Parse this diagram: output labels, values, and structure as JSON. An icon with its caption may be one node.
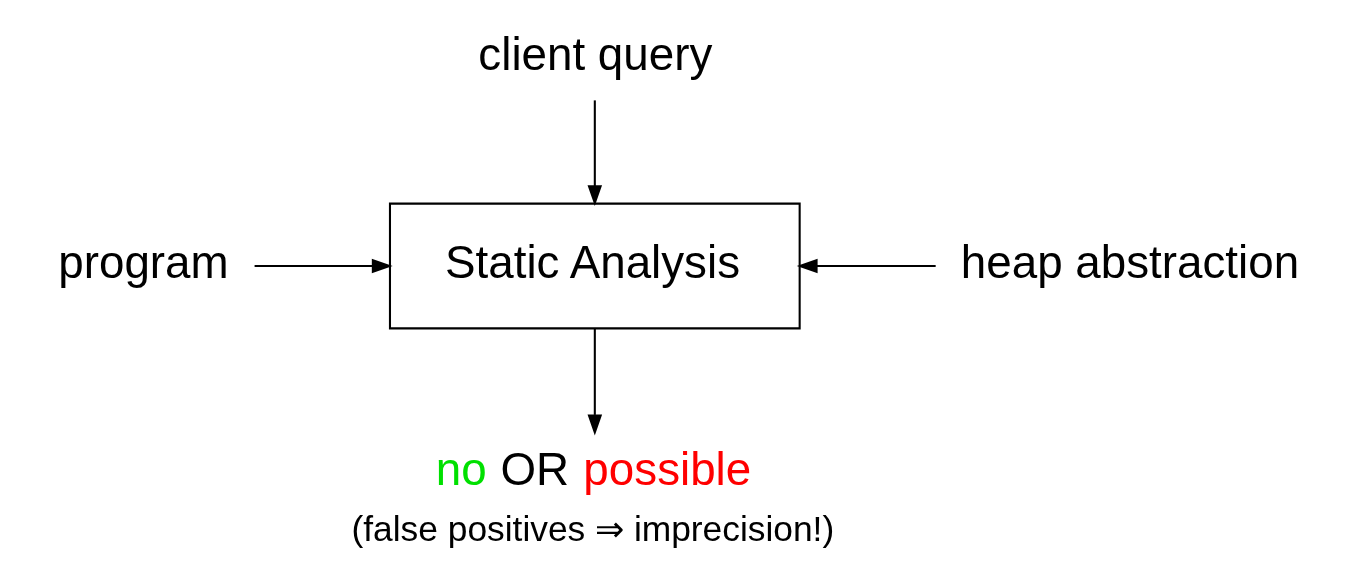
{
  "diagram": {
    "nodes": [
      {
        "text": [
          "client query"
        ]
      },
      {
        "text": [
          "program"
        ]
      },
      {
        "text": [
          "Static Analysis"
        ]
      },
      {
        "text": [
          "heap abstraction"
        ]
      },
      {
        "text": [
          "no OR possible"
        ],
        "beside": [
          "(false positives ⇒ imprecision!)"
        ]
      }
    ],
    "edges": [
      {
        "from": 0,
        "to": 2,
        "arrow": "to"
      },
      {
        "from": 1,
        "to": 2,
        "arrow": "to"
      },
      {
        "from": 3,
        "to": 2,
        "arrow": "to"
      },
      {
        "from": 2,
        "to": 4,
        "arrow": "to"
      }
    ]
  }
}
